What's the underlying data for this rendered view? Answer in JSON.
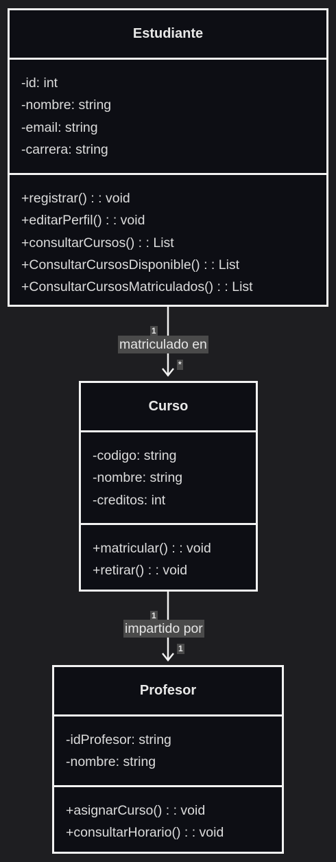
{
  "classes": {
    "estudiante": {
      "name": "Estudiante",
      "attributes": [
        "-id: int",
        "-nombre: string",
        "-email: string",
        "-carrera: string"
      ],
      "methods": [
        "+registrar() : : void",
        "+editarPerfil() : : void",
        "+consultarCursos() : : List",
        "+ConsultarCursosDisponible() : : List",
        "+ConsultarCursosMatriculados() : : List"
      ]
    },
    "curso": {
      "name": "Curso",
      "attributes": [
        "-codigo: string",
        "-nombre: string",
        "-creditos: int"
      ],
      "methods": [
        "+matricular() : : void",
        "+retirar() : : void"
      ]
    },
    "profesor": {
      "name": "Profesor",
      "attributes": [
        "-idProfesor: string",
        "-nombre: string"
      ],
      "methods": [
        "+asignarCurso() : : void",
        "+consultarHorario() : : void"
      ]
    }
  },
  "relations": {
    "enrollment": {
      "label": "matriculado en",
      "source_mult": "1",
      "target_mult": "*"
    },
    "teaching": {
      "label": "impartido por",
      "source_mult": "1",
      "target_mult": "1"
    }
  }
}
